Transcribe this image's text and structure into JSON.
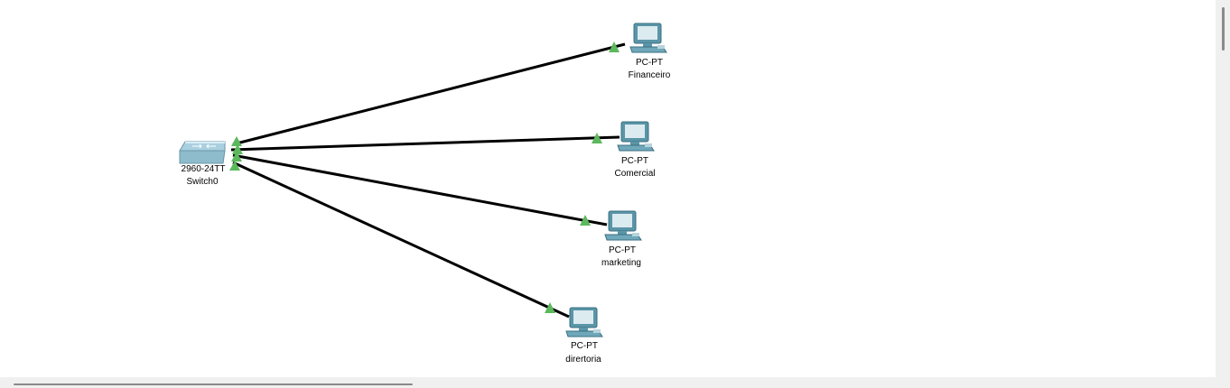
{
  "colors": {
    "link": "#000000",
    "link_status_up": "#5cb85c",
    "background": "#ffffff"
  },
  "switch": {
    "model": "2960-24TT",
    "name": "Switch0",
    "icon": "switch-icon"
  },
  "pcs": [
    {
      "model": "PC-PT",
      "name": "Financeiro",
      "icon": "pc-icon"
    },
    {
      "model": "PC-PT",
      "name": "Comercial",
      "icon": "pc-icon"
    },
    {
      "model": "PC-PT",
      "name": "marketing",
      "icon": "pc-icon"
    },
    {
      "model": "PC-PT",
      "name": "dirertoria",
      "icon": "pc-icon"
    }
  ],
  "links": [
    {
      "from": "Switch0",
      "to": "Financeiro",
      "status": "up"
    },
    {
      "from": "Switch0",
      "to": "Comercial",
      "status": "up"
    },
    {
      "from": "Switch0",
      "to": "marketing",
      "status": "up"
    },
    {
      "from": "Switch0",
      "to": "dirertoria",
      "status": "up"
    }
  ]
}
